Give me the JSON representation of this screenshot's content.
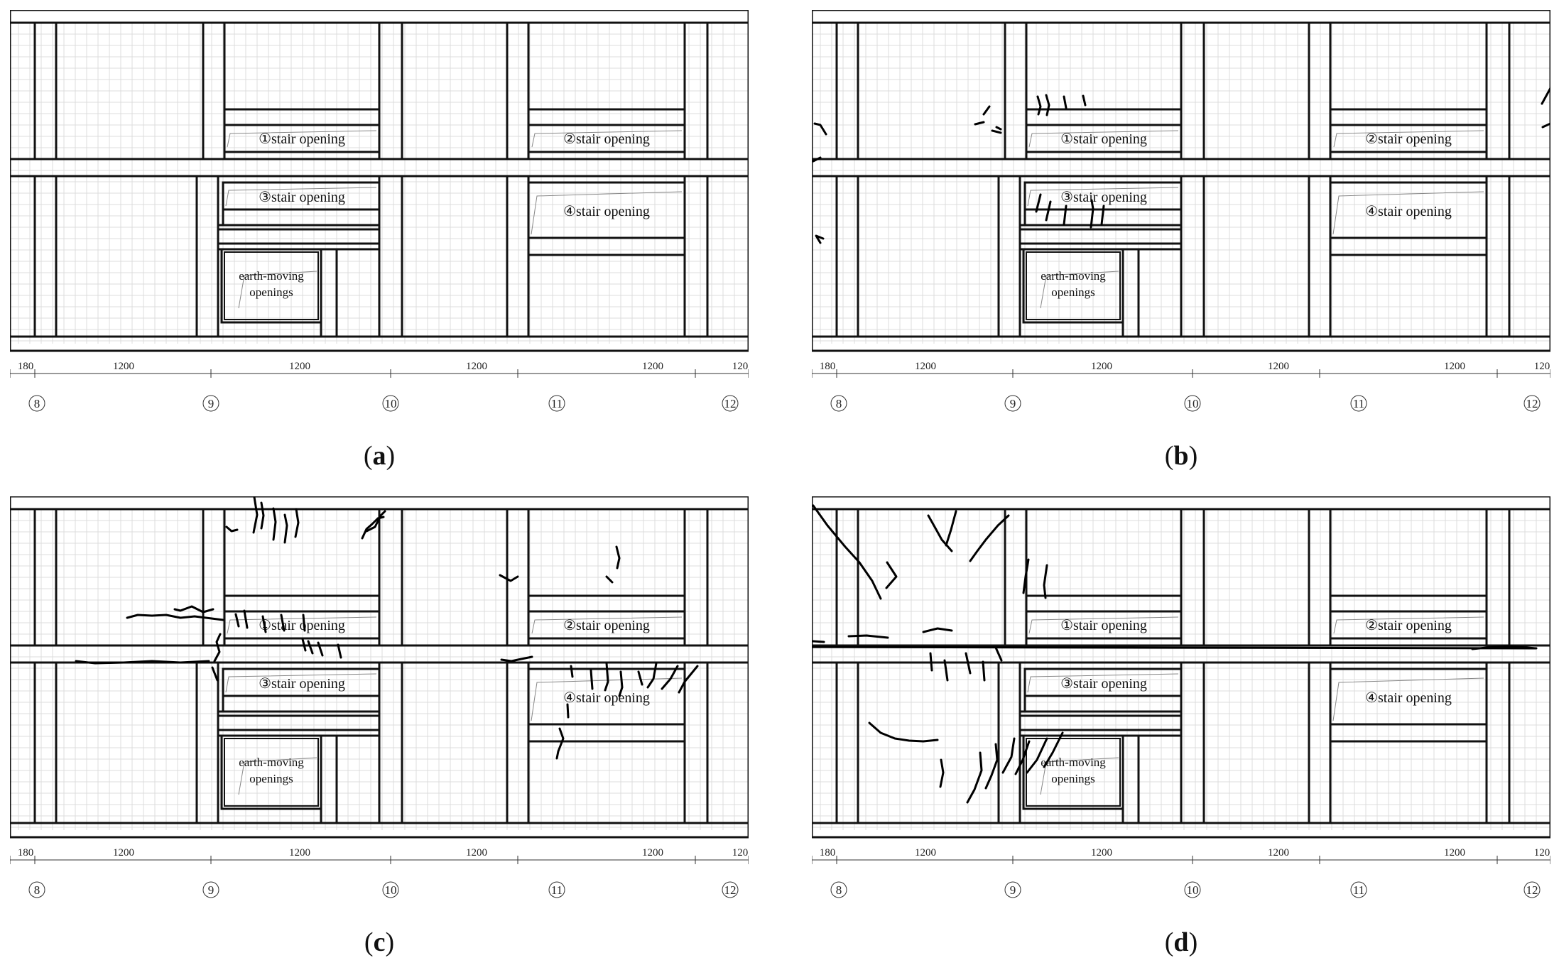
{
  "panels": [
    {
      "id": "a",
      "letter": "a",
      "cracks": "none"
    },
    {
      "id": "b",
      "letter": "b",
      "cracks": "initial"
    },
    {
      "id": "c",
      "letter": "c",
      "cracks": "developed"
    },
    {
      "id": "d",
      "letter": "d",
      "cracks": "extensive"
    }
  ],
  "labels": {
    "opening1": "①stair opening",
    "opening2": "②stair opening",
    "opening3": "③stair opening",
    "opening4": "④stair opening",
    "earth_line1": "earth-moving",
    "earth_line2": "openings"
  },
  "dimensions": [
    "180",
    "1200",
    "1200",
    "1200",
    "1200",
    "120"
  ],
  "axes": [
    "8",
    "9",
    "10",
    "11",
    "12"
  ],
  "colors": {
    "line": "#111111",
    "grid": "#dcdcdc",
    "crack": "#000000"
  }
}
